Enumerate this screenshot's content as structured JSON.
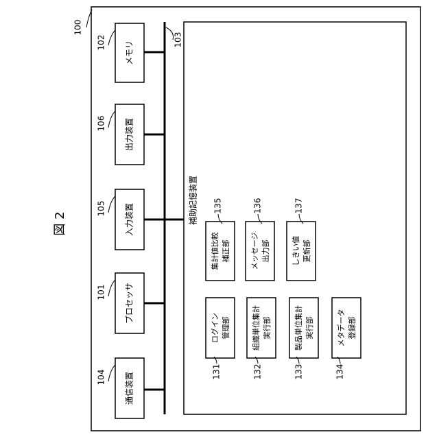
{
  "figure": {
    "title": "図 2"
  },
  "device": {
    "ref": "100"
  },
  "bus": {
    "ref": "103"
  },
  "storage": {
    "ref": "",
    "label": "補助記憶装置"
  },
  "components": [
    {
      "ref": "102",
      "label": "メモリ"
    },
    {
      "ref": "106",
      "label": "出力装置"
    },
    {
      "ref": "105",
      "label": "入力装置"
    },
    {
      "ref": "101",
      "label": "プロセッサ"
    },
    {
      "ref": "104",
      "label": "通信装置"
    }
  ],
  "modules": [
    {
      "ref": "135",
      "line1": "集計値比較",
      "line2": "補正部"
    },
    {
      "ref": "136",
      "line1": "メッセージ",
      "line2": "出力部"
    },
    {
      "ref": "137",
      "line1": "しきい値",
      "line2": "更新部"
    },
    {
      "ref": "131",
      "line1": "ログイン",
      "line2": "管理部"
    },
    {
      "ref": "132",
      "line1": "組織単位集計",
      "line2": "実行部"
    },
    {
      "ref": "133",
      "line1": "製品単位集計",
      "line2": "実行部"
    },
    {
      "ref": "134",
      "line1": "メタデータ",
      "line2": "登録部"
    }
  ]
}
